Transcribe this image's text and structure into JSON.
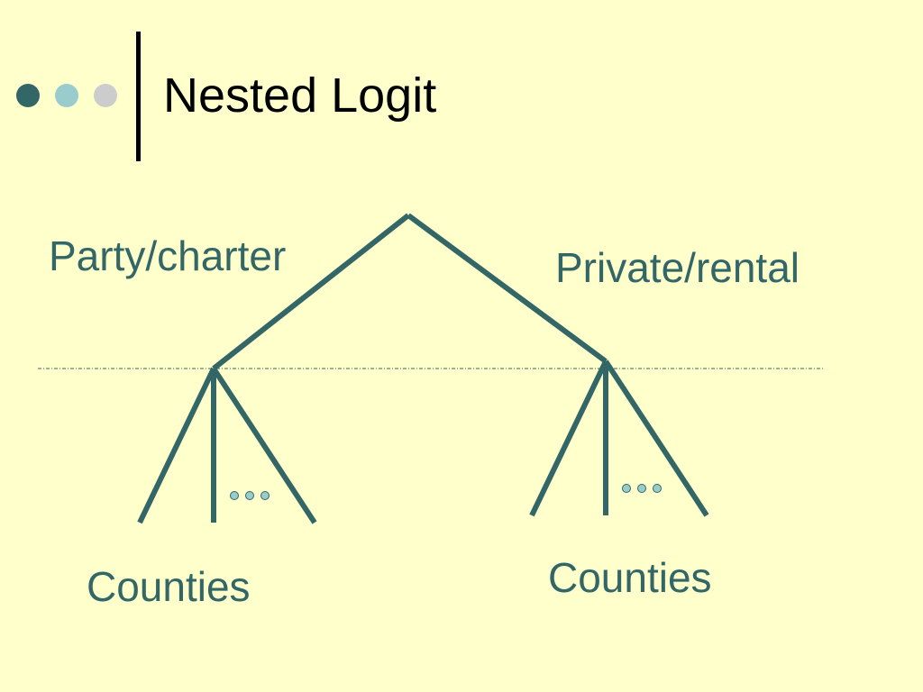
{
  "slide": {
    "title": "Nested Logit",
    "colors": {
      "background": "#ffffcc",
      "line": "#336666",
      "dot_dark": "#336666",
      "dot_light": "#99cccc",
      "dot_gray": "#cccccc",
      "ellipsis_fill": "#99cccc"
    }
  },
  "diagram": {
    "branches": [
      {
        "label": "Party/charter",
        "leaf_label": "Counties"
      },
      {
        "label": "Private/rental",
        "leaf_label": "Counties"
      }
    ]
  }
}
